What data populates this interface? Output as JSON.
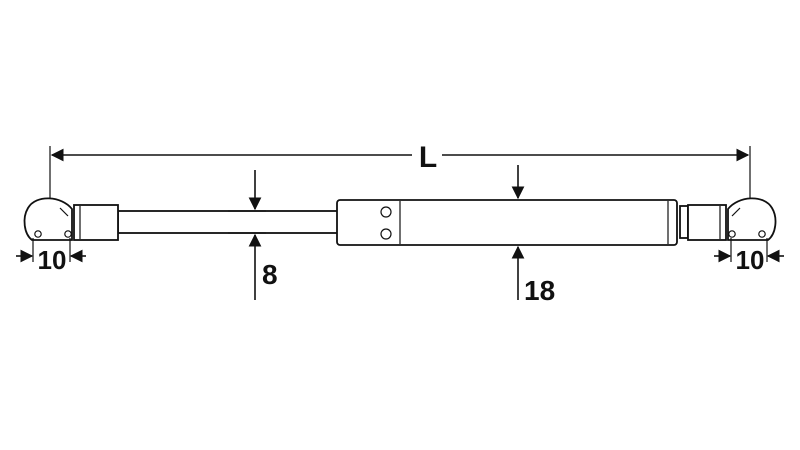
{
  "diagram": {
    "dimensions": {
      "length_label": "L",
      "rod_diameter": "8",
      "body_diameter": "18",
      "left_end_fitting": "10",
      "right_end_fitting": "10"
    }
  }
}
